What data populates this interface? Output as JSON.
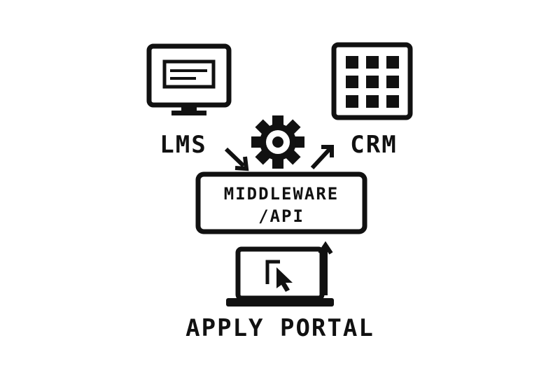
{
  "diagram": {
    "nodes": {
      "lms": {
        "label": "LMS",
        "icon": "monitor-icon"
      },
      "crm": {
        "label": "CRM",
        "icon": "grid-icon"
      },
      "middleware": {
        "line1": "MIDDLEWARE",
        "line2": "/API",
        "icon": "gear-icon"
      },
      "portal": {
        "label": "APPLY PORTAL",
        "icon": "laptop-cursor-icon"
      }
    },
    "edges": [
      {
        "from": "LMS",
        "to": "MIDDLEWARE /API"
      },
      {
        "from": "MIDDLEWARE /API",
        "to": "CRM"
      },
      {
        "from": "APPLY PORTAL",
        "to": "MIDDLEWARE /API"
      }
    ],
    "colors": {
      "ink": "#111111",
      "background": "#ffffff"
    }
  }
}
